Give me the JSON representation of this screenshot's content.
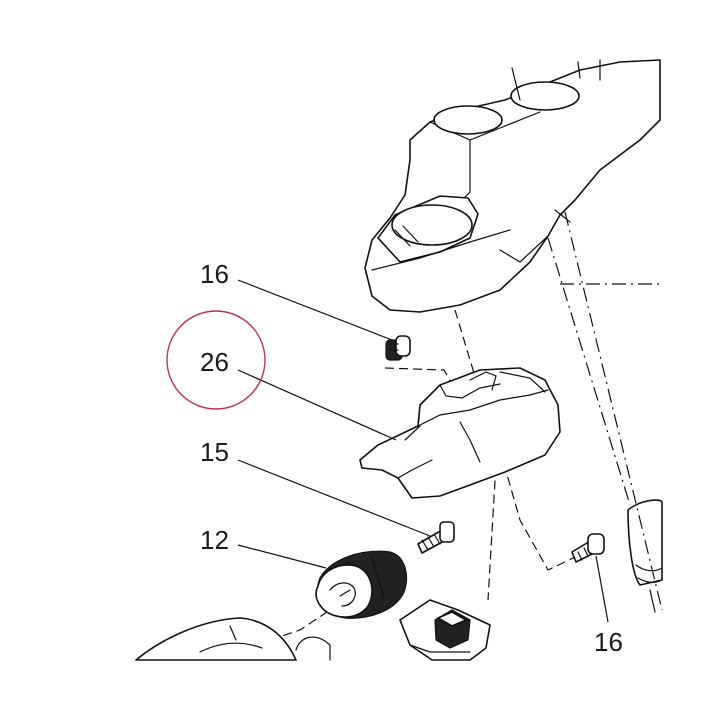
{
  "callouts": [
    {
      "id": "callout-16-top",
      "text": "16"
    },
    {
      "id": "callout-26",
      "text": "26"
    },
    {
      "id": "callout-15",
      "text": "15"
    },
    {
      "id": "callout-12",
      "text": "12"
    },
    {
      "id": "callout-16-bottom",
      "text": "16"
    }
  ],
  "highlight_color": "#c0314d"
}
